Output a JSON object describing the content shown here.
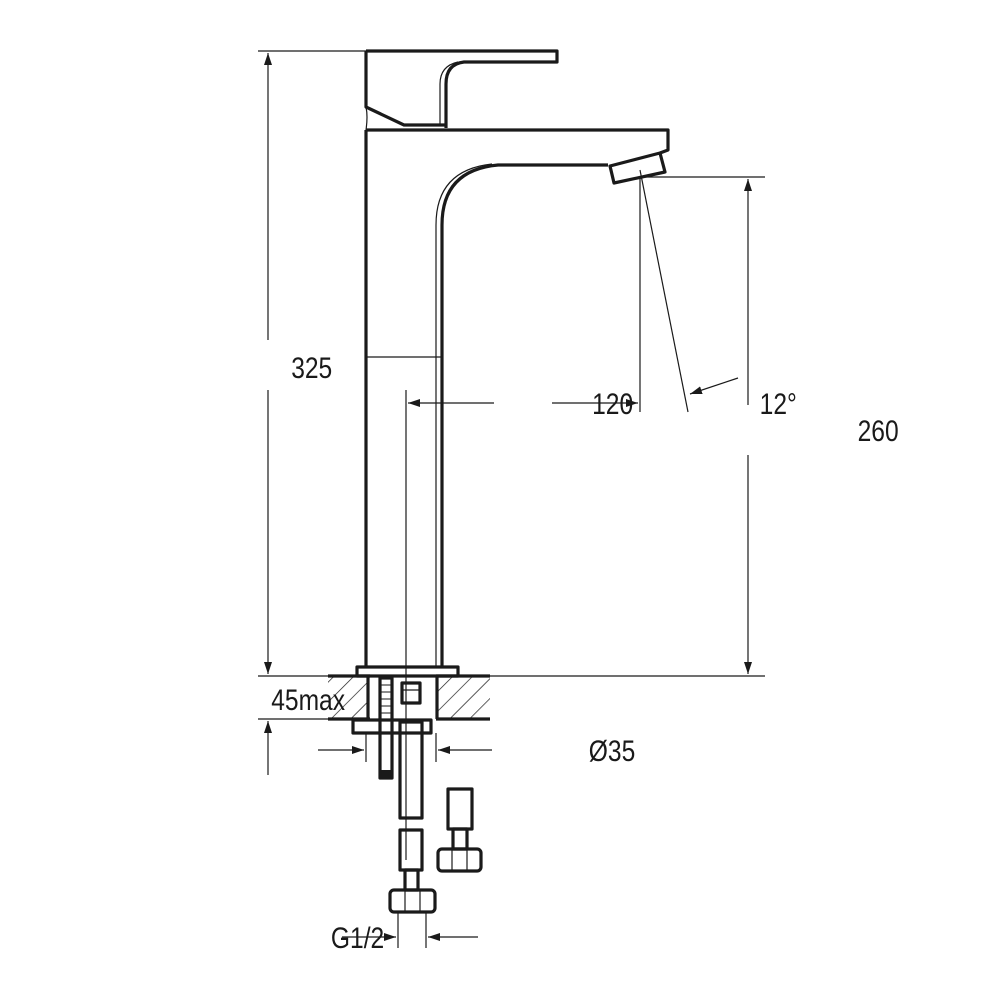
{
  "dimensions": {
    "total_height": "325",
    "spout_height": "260",
    "spout_reach": "120",
    "spout_angle": "12°",
    "counter_thickness": "45max",
    "hole_diameter": "Ø35",
    "connection_thread": "G1/2"
  },
  "colors": {
    "line": "#1a1a1a",
    "background": "#ffffff"
  }
}
